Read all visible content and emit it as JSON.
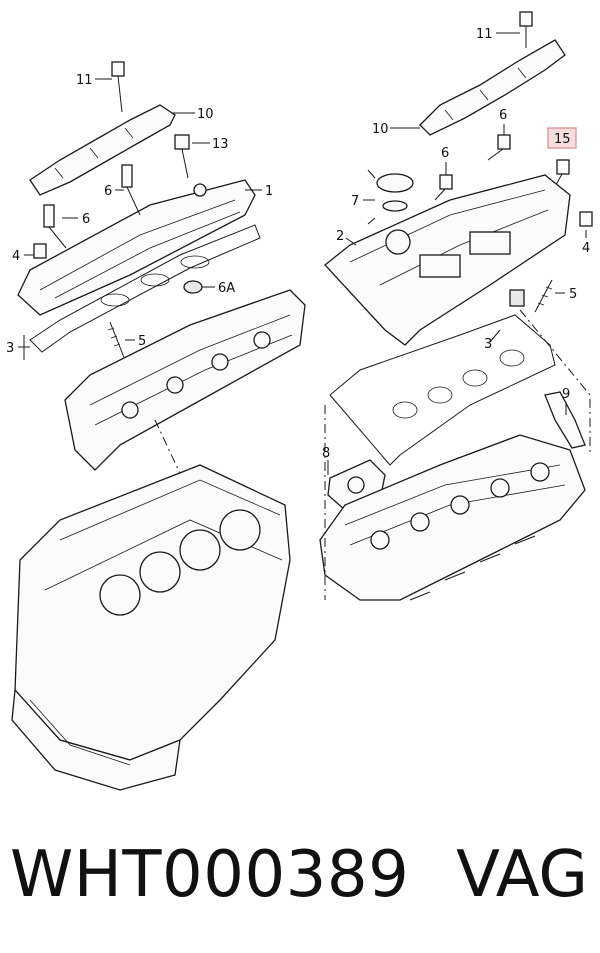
{
  "callouts": [
    {
      "id": "11a",
      "text": "11"
    },
    {
      "id": "10a",
      "text": "10"
    },
    {
      "id": "13",
      "text": "13"
    },
    {
      "id": "1",
      "text": "1"
    },
    {
      "id": "6a",
      "text": "6"
    },
    {
      "id": "6b",
      "text": "6"
    },
    {
      "id": "4a",
      "text": "4"
    },
    {
      "id": "6A",
      "text": "6A"
    },
    {
      "id": "3a",
      "text": "3"
    },
    {
      "id": "5a",
      "text": "5"
    },
    {
      "id": "11b",
      "text": "11"
    },
    {
      "id": "10b",
      "text": "10"
    },
    {
      "id": "6c",
      "text": "6"
    },
    {
      "id": "15",
      "text": "15"
    },
    {
      "id": "6d",
      "text": "6"
    },
    {
      "id": "7",
      "text": "7"
    },
    {
      "id": "2",
      "text": "2"
    },
    {
      "id": "4b",
      "text": "4"
    },
    {
      "id": "5b",
      "text": "5"
    },
    {
      "id": "3b",
      "text": "3"
    },
    {
      "id": "9",
      "text": "9"
    },
    {
      "id": "8",
      "text": "8"
    }
  ],
  "caption": {
    "part_number": "WHT000389",
    "brand": "VAG"
  },
  "colors": {
    "highlight_fill": "#f6dede",
    "highlight_stroke": "#d88a8a",
    "ink": "#111111"
  }
}
